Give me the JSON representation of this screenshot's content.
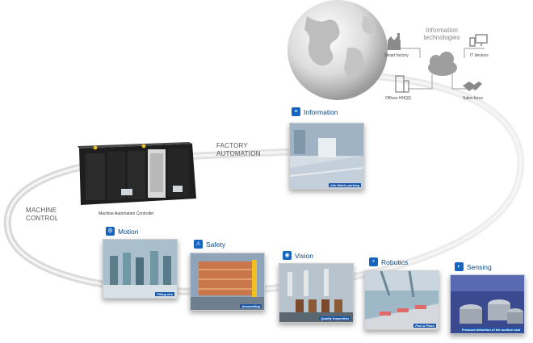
{
  "it_section": {
    "title": "Information technologies",
    "nodes": [
      "Smart factory",
      "IT devices",
      "Offices HHQQ",
      "Sales force"
    ]
  },
  "labels": {
    "factory_automation": "FACTORY AUTOMATION",
    "machine_control": "MACHINE CONTROL",
    "controller_caption": "Machine Automation Controller"
  },
  "cards": {
    "information": {
      "title": "Information",
      "tag": "Info Matrix parking"
    },
    "motion": {
      "title": "Motion",
      "tag": "Filling line"
    },
    "safety": {
      "title": "Safety",
      "tag": "Assembling"
    },
    "vision": {
      "title": "Vision",
      "tag": "Quality Inspection"
    },
    "robotics": {
      "title": "Robotics",
      "tag": "Pick & Place"
    },
    "sensing": {
      "title": "Sensing",
      "tag": "Pressure detection of the surface seal"
    }
  },
  "colors": {
    "accent": "#1565c0",
    "ring": "#e0e0e0"
  }
}
